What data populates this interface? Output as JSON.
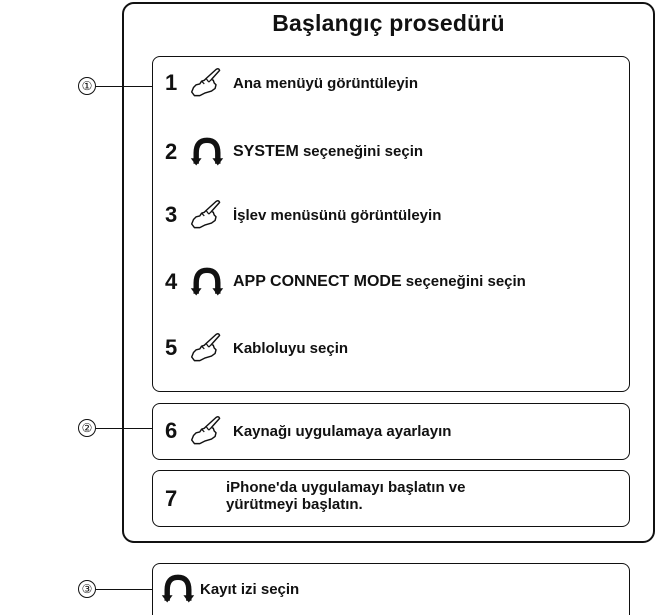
{
  "title": "Başlangıç prosedürü",
  "callouts": [
    "①",
    "②",
    "③"
  ],
  "steps": [
    {
      "num": "1",
      "icon": "tap-finger-icon",
      "label": "Ana menüyü görüntüleyin"
    },
    {
      "num": "2",
      "icon": "rotate-knob-icon",
      "label_strong": "SYSTEM",
      "label": " seçeneğini seçin"
    },
    {
      "num": "3",
      "icon": "tap-finger-icon",
      "label": "İşlev menüsünü görüntüleyin"
    },
    {
      "num": "4",
      "icon": "rotate-knob-icon",
      "label_strong": "APP CONNECT MODE",
      "label": " seçeneğini seçin"
    },
    {
      "num": "5",
      "icon": "tap-finger-icon",
      "label": "Kabloluyu seçin"
    },
    {
      "num": "6",
      "icon": "tap-finger-icon",
      "label": "Kaynağı uygulamaya ayarlayın"
    },
    {
      "num": "7",
      "line1": "iPhone'da uygulamayı başlatın ve",
      "line2": "yürütmeyi başlatın."
    }
  ],
  "extra_step": {
    "icon": "rotate-knob-icon",
    "label": "Kayıt izi seçin"
  }
}
